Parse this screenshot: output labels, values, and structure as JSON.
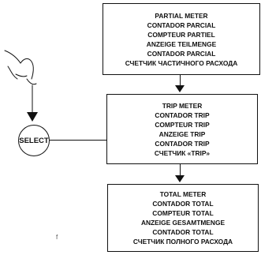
{
  "diagram": {
    "boxes": [
      {
        "id": "partial",
        "lines": [
          "PARTIAL METER",
          "CONTADOR PARCIAL",
          "COMPTEUR PARTIEL",
          "ANZEIGE TEILMENGE",
          "CONTADOR PARCIAL",
          "СЧЕТЧИК ЧАСТИЧНОГО РАСХОДА"
        ]
      },
      {
        "id": "trip",
        "lines": [
          "TRIP METER",
          "CONTADOR TRIP",
          "COMPTEUR TRIP",
          "ANZEIGE TRIP",
          "CONTADOR TRIP",
          "СЧЕТЧИК «TRIP»"
        ]
      },
      {
        "id": "total",
        "lines": [
          "TOTAL METER",
          "CONTADOR TOTAL",
          "COMPTEUR TOTAL",
          "ANZEIGE GESAMTMENGE",
          "CONTADOR TOTAL",
          "СЧЕТЧИК ПОЛНОГО РАСХОДА"
        ]
      }
    ],
    "button": {
      "label": "SELECT"
    },
    "footnote_mark": "f",
    "colors": {
      "line": "#111111",
      "background": "#ffffff"
    },
    "icons": [
      "pointing-hand-icon",
      "down-arrow-icon"
    ]
  }
}
